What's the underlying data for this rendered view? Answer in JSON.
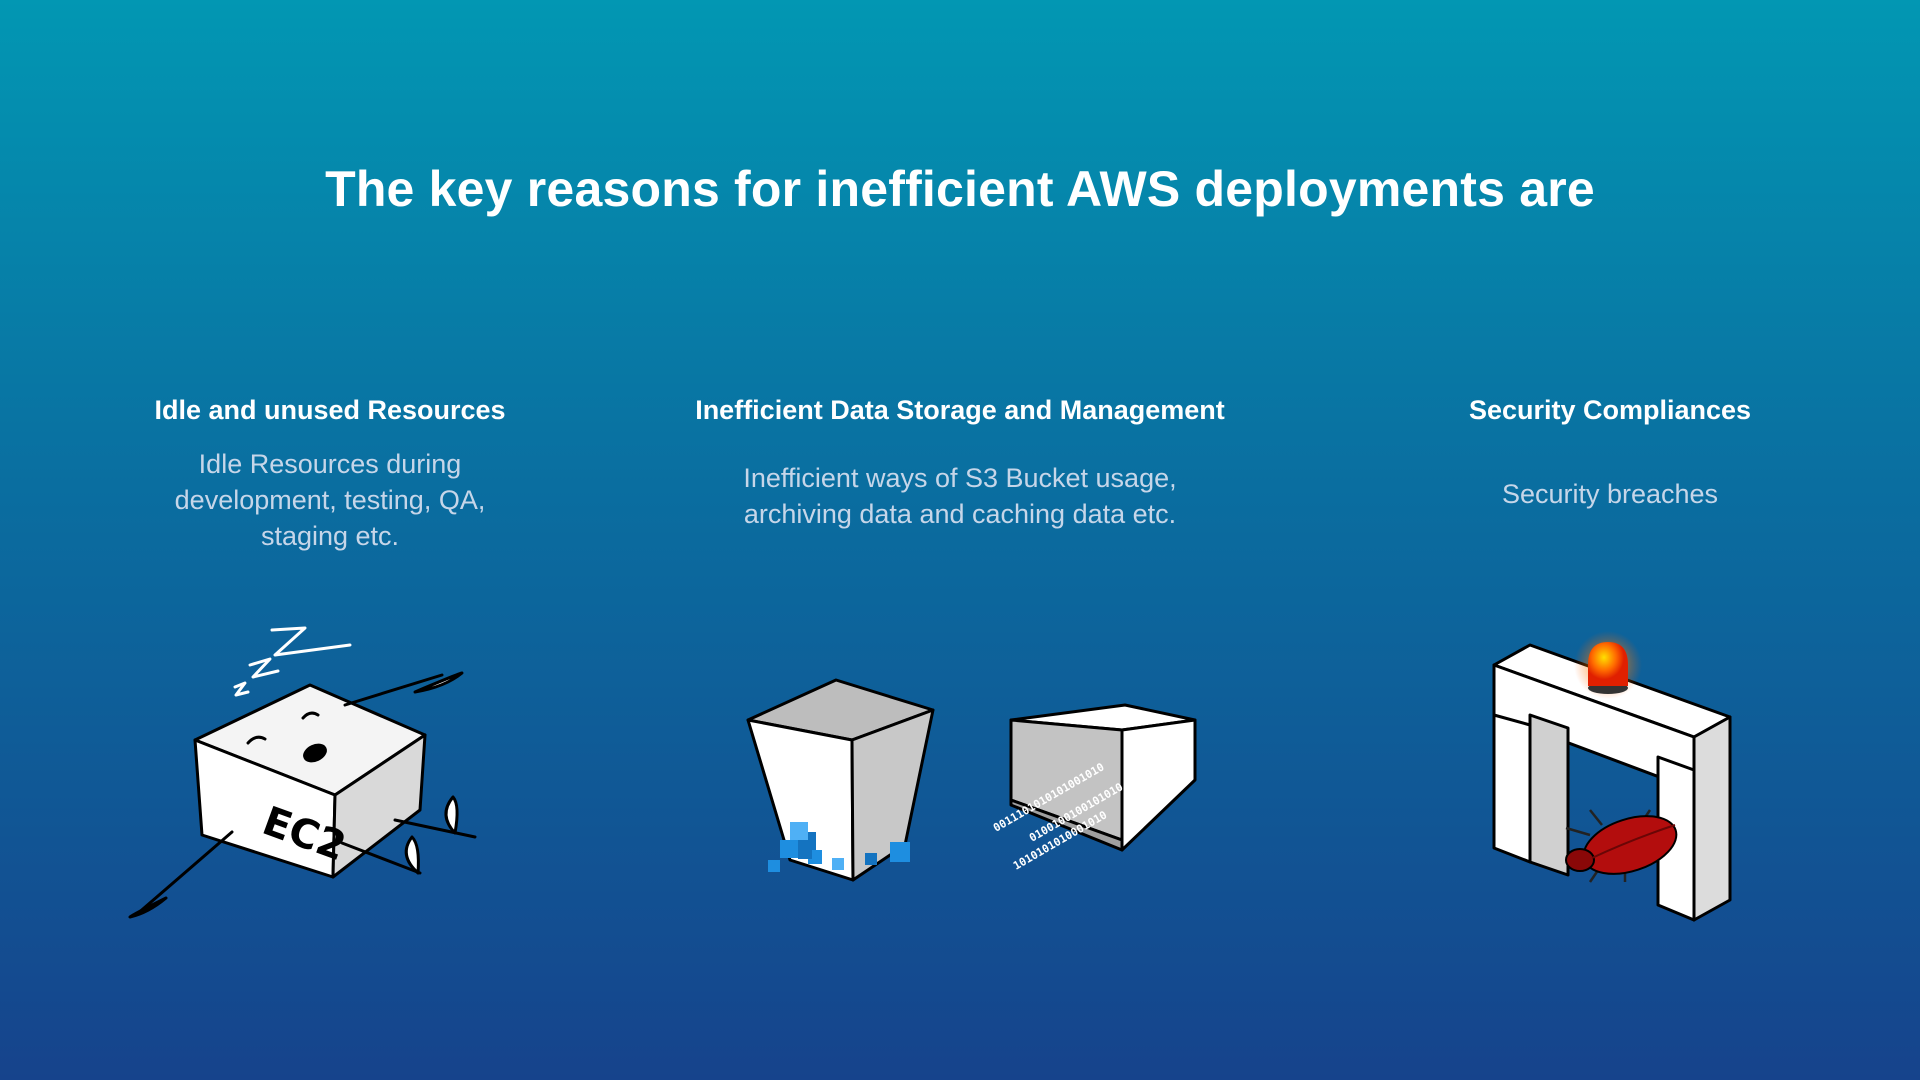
{
  "title": "The key reasons for inefficient AWS deployments are",
  "columns": [
    {
      "heading": "Idle and unused Resources",
      "text": "Idle Resources during development, testing, QA, staging etc.",
      "illustration": "sleeping-ec2-box"
    },
    {
      "heading": "Inefficient Data Storage and Management",
      "text": "Inefficient ways of S3 Bucket usage, archiving data and caching data etc.",
      "illustration": "storage-buckets"
    },
    {
      "heading": "Security Compliances",
      "text": "Security breaches",
      "illustration": "security-gate-bug"
    }
  ],
  "ec2_label": "EC2",
  "binary_lines": [
    "0011101010101001010",
    "0100100100101010",
    "1010101010001010"
  ],
  "colors": {
    "bg_top": "#0297b3",
    "bg_bottom": "#16438c",
    "cube_blue": "#1e8ee0",
    "bug_red": "#b30d0d",
    "siren": "#ff5a00"
  }
}
